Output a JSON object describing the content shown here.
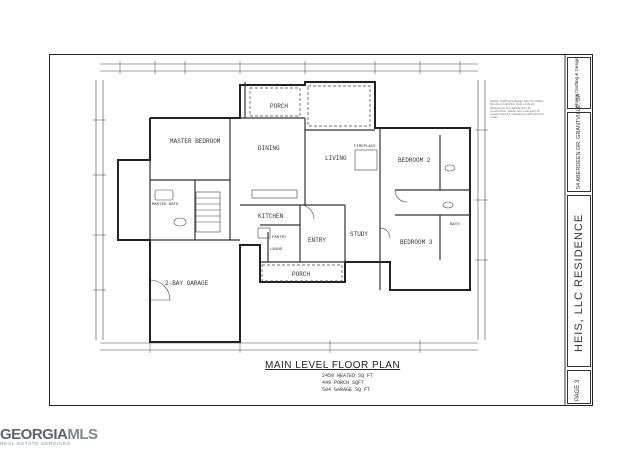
{
  "plan": {
    "title": "MAIN LEVEL FLOOR PLAN",
    "areas": [
      "2450 HEATED SQ FT",
      "449 PORCH SQFT",
      "504 GARAGE SQ FT"
    ],
    "rooms": {
      "porch_rear": "PORCH",
      "master_bedroom": "MASTER BEDROOM",
      "dining": "DINING",
      "living": "LIVING",
      "bedroom_2": "BEDROOM 2",
      "master_bath": "MASTER BATH",
      "kitchen": "KITCHEN",
      "study": "STUDY",
      "entry": "ENTRY",
      "bedroom_3": "BEDROOM 3",
      "garage": "2-BAY GARAGE",
      "laund": "LAUND",
      "porch_front": "PORCH",
      "bath": "BATH",
      "pantry": "PANTRY",
      "fireplace": "FIREPLACE"
    }
  },
  "title_block": {
    "designer": "Abston Drafting & Design",
    "address": "54 ABERDEEN DR. GRANTVILLE, GA",
    "project": "HEIS, LLC RESIDENCE",
    "page": "PAGE 3"
  },
  "notes": "Abston Drafting & Design has not visited the site. Contractor shall verify all dimensions and details prior to construction. Owner and contractor to review plans for compliance with all local codes.",
  "watermark": {
    "brand_main": "GEORGIA",
    "brand_accent": "MLS",
    "brand_sub": "REAL ESTATE SERVICES"
  },
  "colors": {
    "line": "#333333",
    "logo": "#5d6670"
  }
}
